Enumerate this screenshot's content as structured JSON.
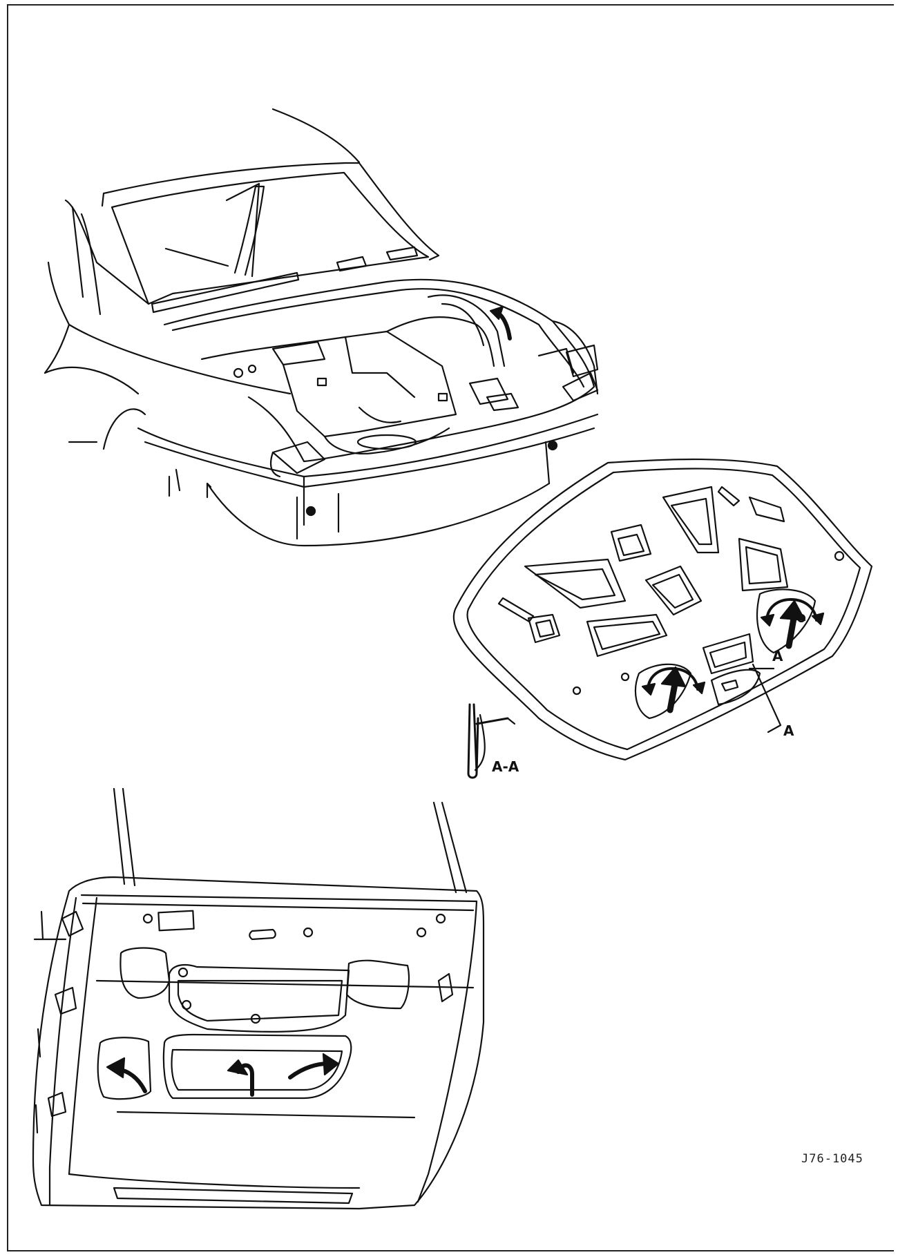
{
  "labels": {
    "section_marker_top": "A",
    "section_marker_bottom": "A",
    "section_view": "A-A"
  },
  "reference_code": "J76-1045",
  "icons": [
    "curved-arrow-icon",
    "double-headed-arrow-icon"
  ],
  "colors": {
    "ink": "#111111",
    "paper": "#ffffff"
  }
}
